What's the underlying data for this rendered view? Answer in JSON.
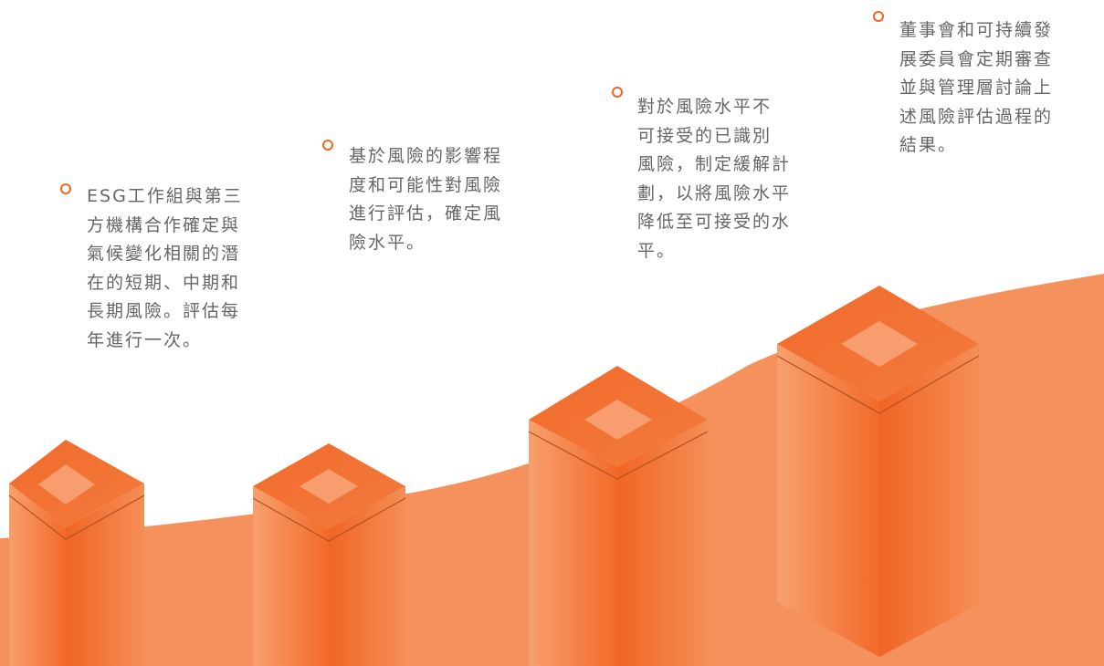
{
  "colors": {
    "accent": "#F26522",
    "wave": "#F4915C",
    "text": "#666666"
  },
  "steps": [
    {
      "text": "ESG工作組與第三\n方機構合作確定與\n氣候變化相關的潛\n在的短期、中期和\n長期風險。評估每\n年進行一次。"
    },
    {
      "text": "基於風險的影響程\n度和可能性對風險\n進行評估，確定風\n險水平。"
    },
    {
      "text": "對於風險水平不\n可接受的已識別\n風險，制定緩解計\n劃，以將風險水平\n降低至可接受的水\n平。"
    },
    {
      "text": "董事會和可持續發\n展委員會定期審查\n並與管理層討論上\n述風險評估過程的\n結果。"
    }
  ]
}
